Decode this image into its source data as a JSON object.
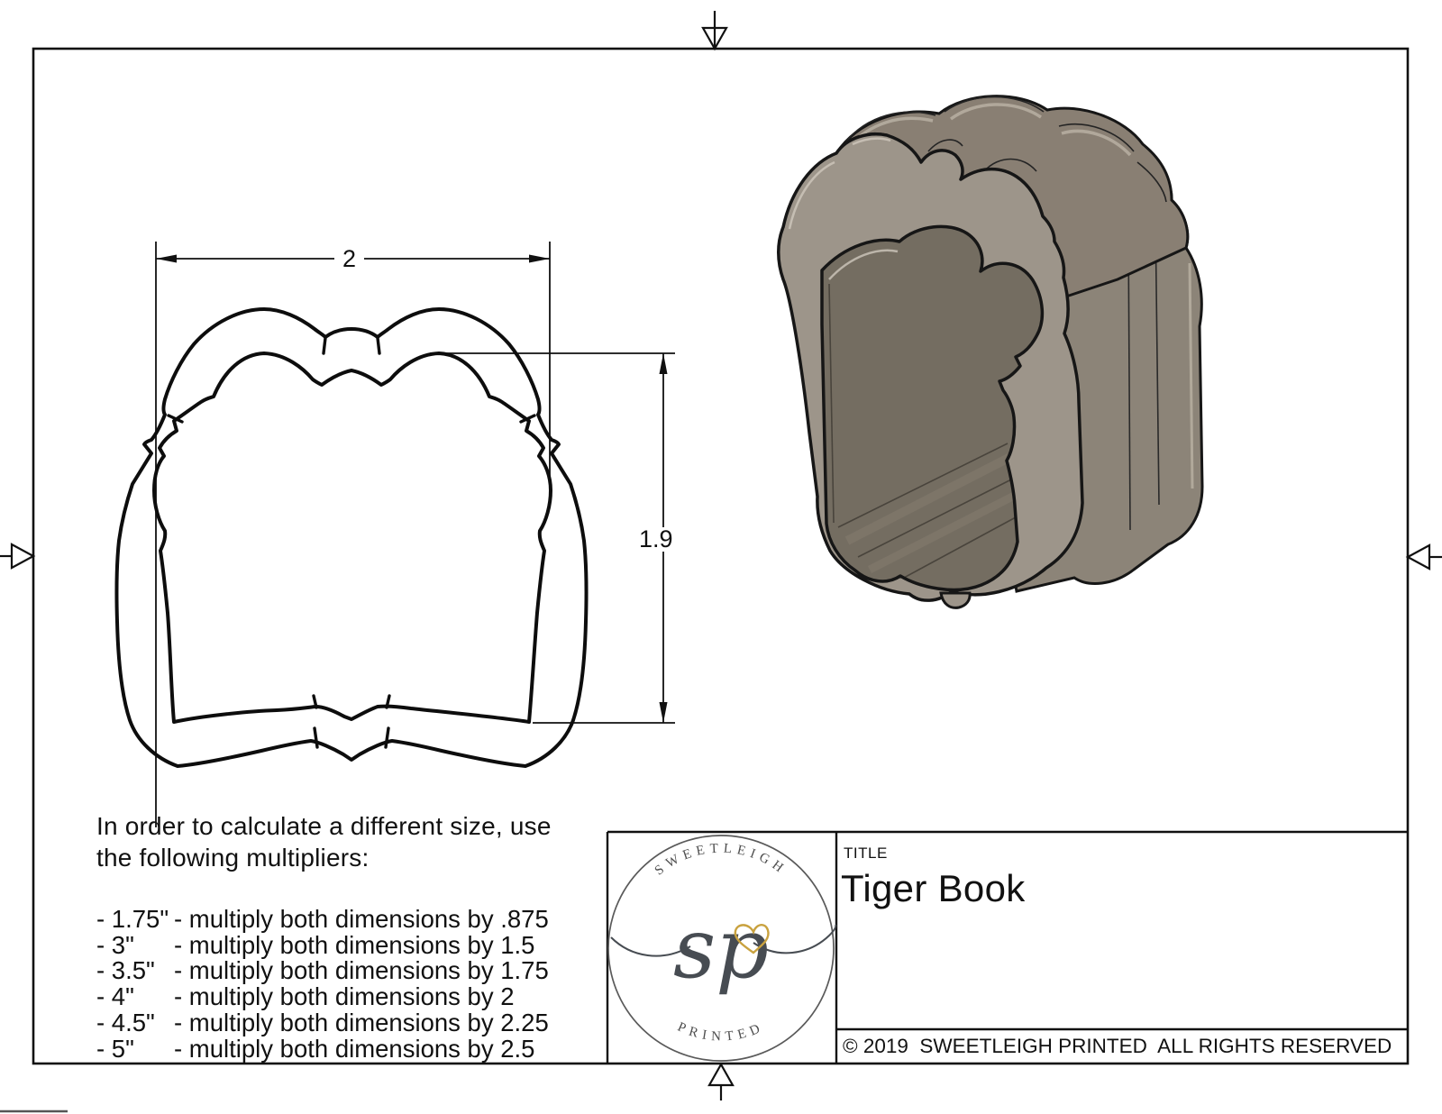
{
  "sheet": {
    "notes_intro_line1": "In order to calculate a different size, use",
    "notes_intro_line2": "the following multipliers:",
    "multipliers": [
      {
        "size": "- 1.75\"",
        "rule": "- multiply both dimensions by .875"
      },
      {
        "size": "- 3\"",
        "rule": "- multiply both dimensions by 1.5"
      },
      {
        "size": "- 3.5\"",
        "rule": "- multiply both dimensions by 1.75"
      },
      {
        "size": "- 4\"",
        "rule": "- multiply both dimensions by 2"
      },
      {
        "size": "- 4.5\"",
        "rule": "- multiply both dimensions by 2.25"
      },
      {
        "size": "- 5\"",
        "rule": "- multiply both dimensions by 2.5"
      }
    ]
  },
  "drawing": {
    "width_label": "2",
    "height_label": "1.9",
    "views": [
      "2d-outline-with-dimensions",
      "3d-render"
    ]
  },
  "title_block": {
    "title_label": "TITLE",
    "title": "Tiger Book",
    "copyright": "© 2019  SWEETLEIGH PRINTED  ALL RIGHTS RESERVED"
  },
  "logo": {
    "top_text": "SWEETLEIGH",
    "bottom_text": "PRINTED",
    "monogram": "sp"
  },
  "colors": {
    "line": "#111111",
    "logo_gray": "#4e4e4e",
    "heart_gold": "#c9a23f",
    "render_body": "#9d958a",
    "render_wall": "#897f73",
    "render_plate": "#8c8478",
    "render_floor": "#746d61",
    "render_outline": "#161616"
  }
}
